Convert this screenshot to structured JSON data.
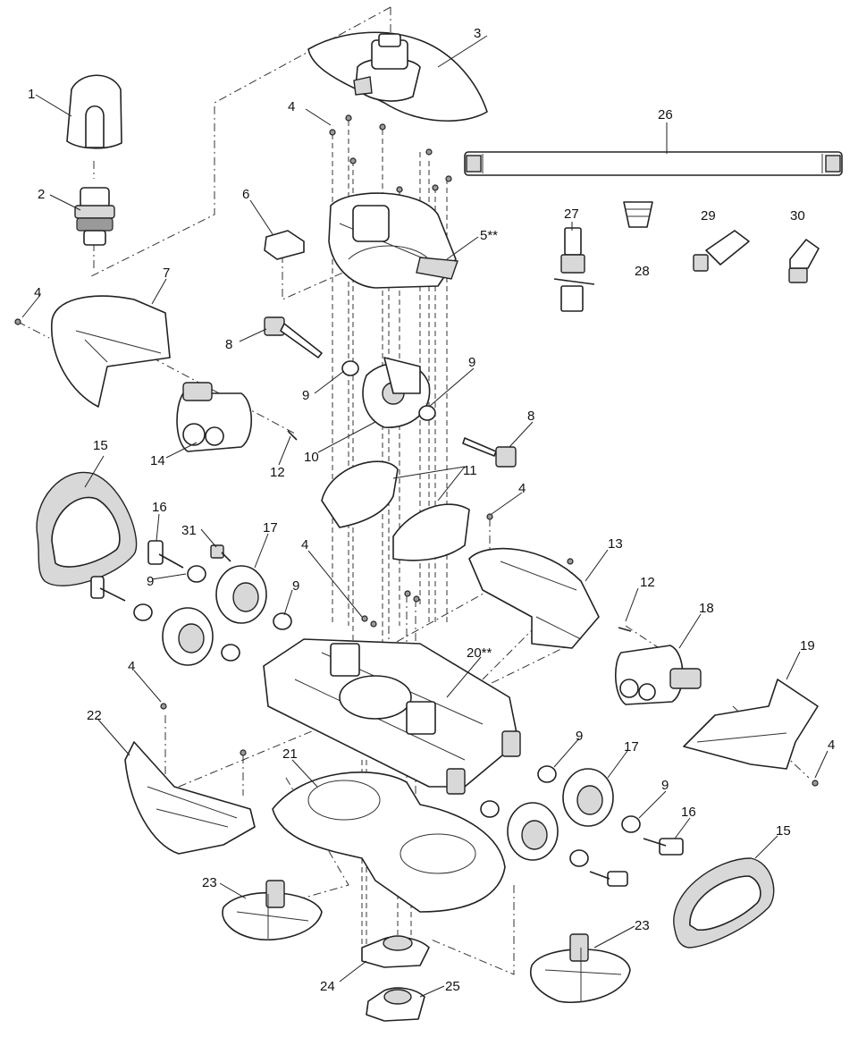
{
  "callouts": {
    "c1": "1",
    "c2": "2",
    "c3": "3",
    "c4a": "4",
    "c4b": "4",
    "c4c": "4",
    "c4d": "4",
    "c4e": "4",
    "c4f": "4",
    "c5": "5**",
    "c6": "6",
    "c7": "7",
    "c8a": "8",
    "c8b": "8",
    "c9a": "9",
    "c9b": "9",
    "c9c": "9",
    "c9d": "9",
    "c9e": "9",
    "c9f": "9",
    "c10": "10",
    "c11": "11",
    "c12a": "12",
    "c12b": "12",
    "c13": "13",
    "c14": "14",
    "c15a": "15",
    "c15b": "15",
    "c16a": "16",
    "c16b": "16",
    "c17a": "17",
    "c17b": "17",
    "c18": "18",
    "c19": "19",
    "c20": "20**",
    "c21": "21",
    "c22": "22",
    "c23a": "23",
    "c23b": "23",
    "c24": "24",
    "c25": "25",
    "c26": "26",
    "c27": "27",
    "c28": "28",
    "c29": "29",
    "c30": "30",
    "c31": "31"
  }
}
